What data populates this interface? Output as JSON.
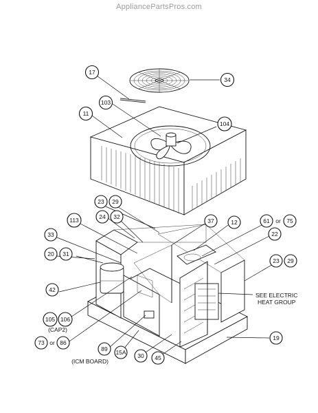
{
  "watermark": "AppliancePartsPros.com",
  "callouts": {
    "c17": "17",
    "c34": "34",
    "c103": "103",
    "c11": "11",
    "c104": "104",
    "c23a": "23",
    "c29a": "29",
    "c24": "24",
    "c32": "32",
    "c113": "113",
    "c37": "37",
    "c12": "12",
    "c61": "61",
    "c75": "75",
    "c33": "33",
    "c22": "22",
    "c20": "20",
    "c31": "31",
    "c23b": "23",
    "c29b": "29",
    "c42": "42",
    "c105": "105",
    "c106": "106",
    "c73": "73",
    "c86": "86",
    "c89": "89",
    "c15a": "15A",
    "c30": "30",
    "c45": "45",
    "c19": "19"
  },
  "text": {
    "or1": "or",
    "or2": "or",
    "cap2": "(CAP2)",
    "icm": "(ICM BOARD)",
    "see1": "SEE ELECTRIC",
    "see2": "HEAT GROUP"
  }
}
